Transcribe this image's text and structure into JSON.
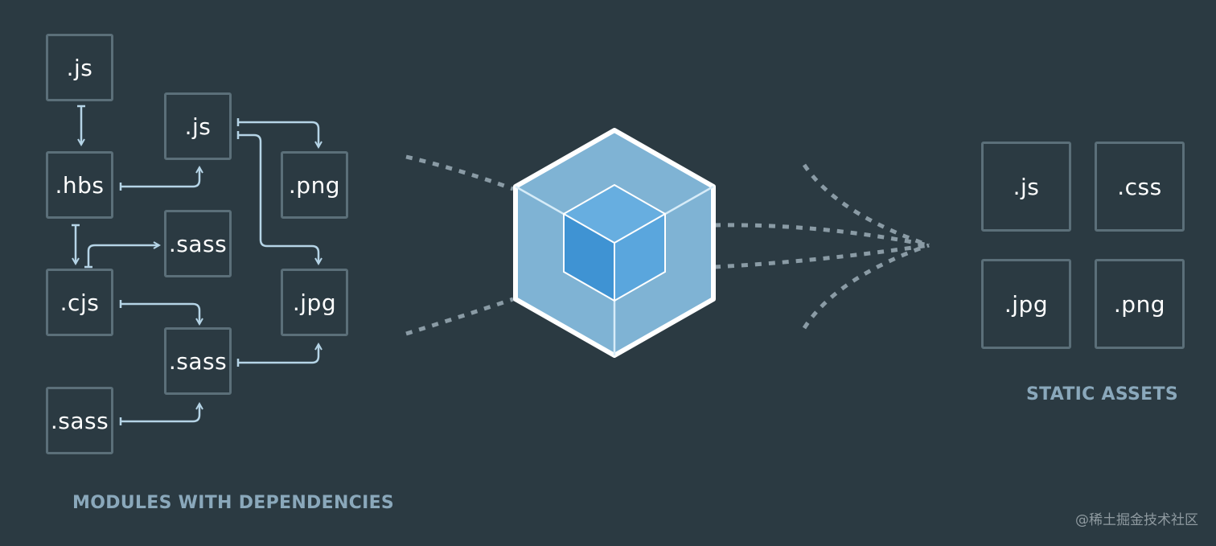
{
  "modules": {
    "label": "MODULES WITH DEPENDENCIES",
    "items": [
      ".js",
      ".hbs",
      ".cjs",
      ".sass",
      ".js",
      ".png",
      ".sass",
      ".jpg",
      ".sass"
    ]
  },
  "assets": {
    "label": "STATIC ASSETS",
    "items": [
      ".js",
      ".css",
      ".jpg",
      ".png"
    ]
  },
  "colors": {
    "background": "#2b3a42",
    "box_border": "#5b6f79",
    "arrow": "#b5d4e6",
    "label": "#8aa8bb",
    "cube_outer": "#8ed6fb",
    "cube_inner": "#1c78c0"
  },
  "watermark": "@稀土掘金技术社区"
}
